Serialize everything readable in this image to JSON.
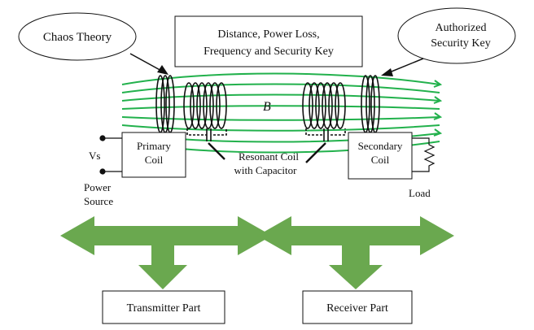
{
  "labels": {
    "chaos_theory": "Chaos Theory",
    "top_box_line1": "Distance, Power Loss,",
    "top_box_line2": "Frequency and Security Key",
    "auth_key_line1": "Authorized",
    "auth_key_line2": "Security Key",
    "field_symbol": "B",
    "primary_coil_line1": "Primary",
    "primary_coil_line2": "Coil",
    "secondary_coil_line1": "Secondary",
    "secondary_coil_line2": "Coil",
    "vs": "Vs",
    "power_source_line1": "Power",
    "power_source_line2": "Source",
    "resonant_line1": "Resonant Coil",
    "resonant_line2": "with Capacitor",
    "load": "Load",
    "transmitter_part": "Transmitter Part",
    "receiver_part": "Receiver Part"
  },
  "colors": {
    "field_lines": "#22b14c",
    "arrows": "#6aa84f",
    "stroke": "#111111"
  }
}
